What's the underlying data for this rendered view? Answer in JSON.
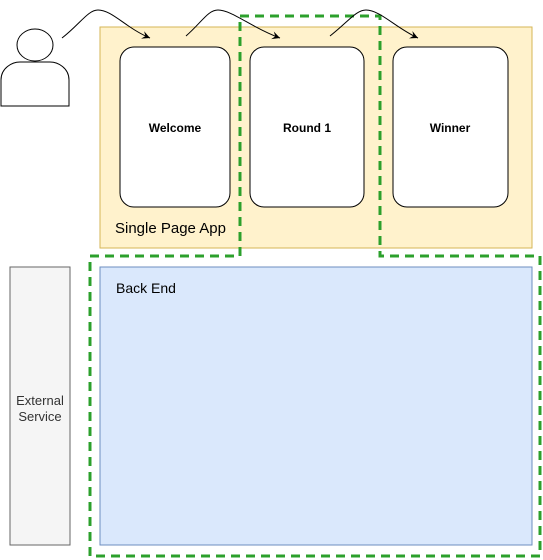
{
  "diagram": {
    "spa": {
      "label": "Single Page App",
      "fill": "#fff2cc",
      "stroke": "#d6b656"
    },
    "backend": {
      "label": "Back End",
      "fill": "#dae8fc",
      "stroke": "#6c8ebf"
    },
    "external": {
      "line1": "External",
      "line2": "Service",
      "fill": "#f5f5f5",
      "stroke": "#666666"
    },
    "pages": [
      {
        "label": "Welcome"
      },
      {
        "label": "Round 1"
      },
      {
        "label": "Winner"
      }
    ],
    "highlight": {
      "stroke": "#2ca02c",
      "style": "dashed"
    },
    "actor": {
      "icon": "user-icon"
    }
  }
}
